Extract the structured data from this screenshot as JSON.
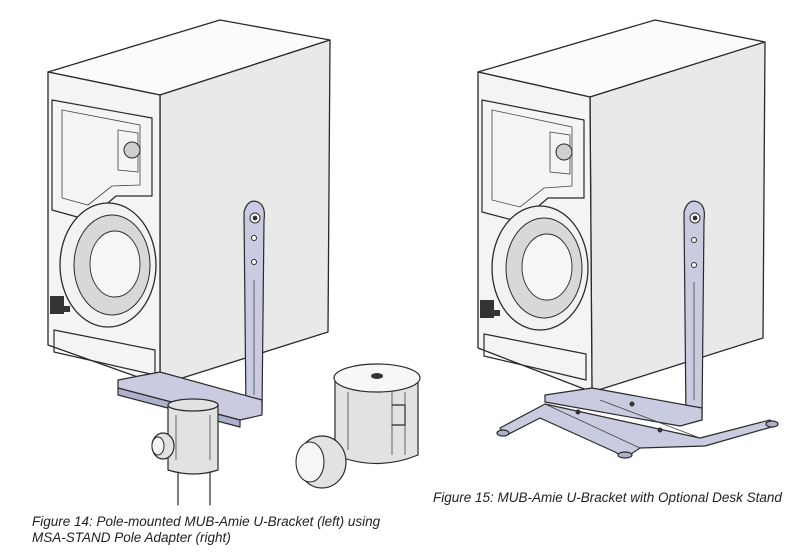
{
  "captions": {
    "figure14": "Figure 14: Pole-mounted MUB-Amie U-Bracket (left) using MSA-STAND Pole Adapter (right)",
    "figure15": "Figure 15: MUB-Amie U-Bracket with Optional Desk Stand"
  },
  "illustrations": [
    {
      "name": "speaker-on-pole-mount-illustration",
      "depicts": "speaker with u-bracket on pole, pole adapter"
    },
    {
      "name": "speaker-on-desk-stand-illustration",
      "depicts": "speaker with u-bracket on desk stand"
    }
  ],
  "colors": {
    "bracket": "#c9cbe0",
    "line": "#2a2a2a",
    "background": "#ffffff"
  }
}
